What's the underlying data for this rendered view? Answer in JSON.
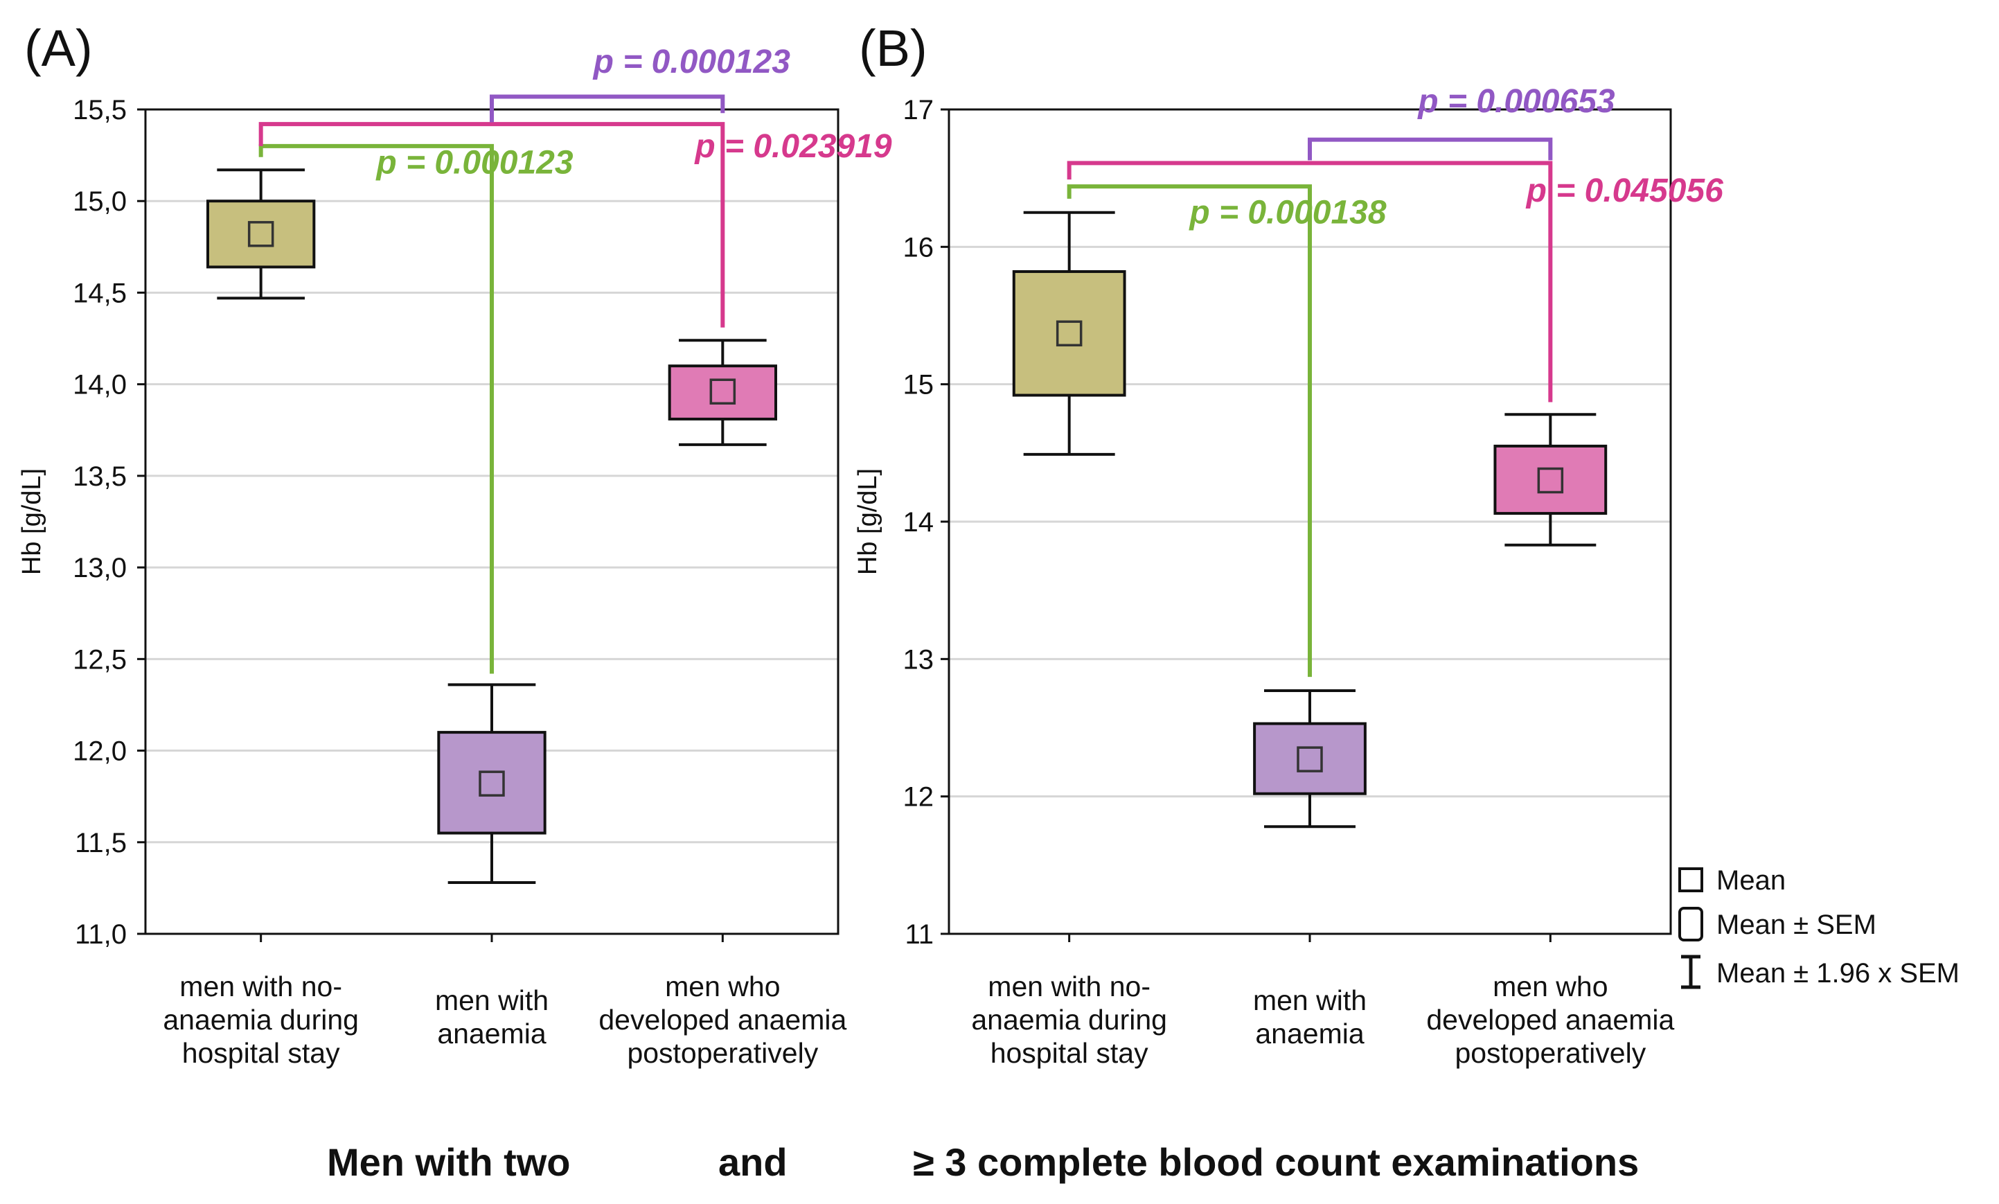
{
  "colors": {
    "no_anaemia": "#c7bf7e",
    "anaemia": "#b797cb",
    "postop": "#e07bb5",
    "green": "#79b43a",
    "magenta": "#d6398d",
    "purple": "#9158c4",
    "grid": "#d6d6d6",
    "black": "#111111"
  },
  "caption": {
    "part1": "Men with two",
    "part2": "and",
    "part3": "≥ 3 complete blood count examinations"
  },
  "legend": {
    "mean": "Mean",
    "sem": "Mean ± SEM",
    "ci": "Mean ± 1.96 x SEM"
  },
  "chart_data": [
    {
      "panel": "(A)",
      "type": "box",
      "ylabel": "Hb [g/dL]",
      "ylim": [
        11.0,
        15.5
      ],
      "yticks": [
        "11,0",
        "11,5",
        "12,0",
        "12,5",
        "13,0",
        "13,5",
        "14,0",
        "14,5",
        "15,0",
        "15,5"
      ],
      "ytick_values": [
        11.0,
        11.5,
        12.0,
        12.5,
        13.0,
        13.5,
        14.0,
        14.5,
        15.0,
        15.5
      ],
      "grid": true,
      "categories": [
        [
          "men with no-",
          "anaemia during",
          "hospital stay"
        ],
        [
          "men with",
          "anaemia"
        ],
        [
          "men who",
          "developed anaemia",
          "postoperatively"
        ]
      ],
      "boxes": [
        {
          "mean": 14.82,
          "sem_low": 14.64,
          "sem_high": 15.0,
          "ci_low": 14.47,
          "ci_high": 15.17,
          "color": "no_anaemia"
        },
        {
          "mean": 11.82,
          "sem_low": 11.55,
          "sem_high": 12.1,
          "ci_low": 11.28,
          "ci_high": 12.36,
          "color": "anaemia"
        },
        {
          "mean": 13.96,
          "sem_low": 13.81,
          "sem_high": 14.1,
          "ci_low": 13.67,
          "ci_high": 14.24,
          "color": "postop"
        }
      ],
      "comparisons": [
        {
          "from": 0,
          "to": 1,
          "label": "p = 0.000123",
          "color": "green",
          "bar_y": 15.3,
          "from_end_y": 15.24,
          "to_end_y": 12.42,
          "label_at": [
            1.0,
            15.15
          ]
        },
        {
          "from": 0,
          "to": 2,
          "label": "p = 0.023919",
          "color": "magenta",
          "bar_y": 15.42,
          "from_end_y": 15.3,
          "to_end_y": 14.31,
          "label_at": [
            2.38,
            15.24
          ]
        },
        {
          "from": 1,
          "to": 2,
          "label": "p = 0.000123",
          "color": "purple",
          "bar_y": 15.57,
          "from_end_y": 15.43,
          "to_end_y": 15.48,
          "label_at": [
            1.94,
            15.7
          ]
        }
      ]
    },
    {
      "panel": "(B)",
      "type": "box",
      "ylabel": "Hb [g/dL]",
      "ylim": [
        11,
        17
      ],
      "yticks": [
        "11",
        "12",
        "13",
        "14",
        "15",
        "16",
        "17"
      ],
      "ytick_values": [
        11,
        12,
        13,
        14,
        15,
        16,
        17
      ],
      "grid": true,
      "categories": [
        [
          "men with no-",
          "anaemia during",
          "hospital stay"
        ],
        [
          "men with",
          "anaemia"
        ],
        [
          "men who",
          "developed anaemia",
          "postoperatively"
        ]
      ],
      "boxes": [
        {
          "mean": 15.37,
          "sem_low": 14.92,
          "sem_high": 15.82,
          "ci_low": 14.49,
          "ci_high": 16.25,
          "color": "no_anaemia"
        },
        {
          "mean": 12.27,
          "sem_low": 12.02,
          "sem_high": 12.53,
          "ci_low": 11.78,
          "ci_high": 12.77,
          "color": "anaemia"
        },
        {
          "mean": 14.3,
          "sem_low": 14.06,
          "sem_high": 14.55,
          "ci_low": 13.83,
          "ci_high": 14.78,
          "color": "postop"
        }
      ],
      "comparisons": [
        {
          "from": 0,
          "to": 1,
          "label": "p = 0.000138",
          "color": "green",
          "bar_y": 16.44,
          "from_end_y": 16.35,
          "to_end_y": 12.87,
          "label_at": [
            1.0,
            16.17
          ]
        },
        {
          "from": 0,
          "to": 2,
          "label": "p = 0.045056",
          "color": "magenta",
          "bar_y": 16.61,
          "from_end_y": 16.49,
          "to_end_y": 14.87,
          "label_at": [
            2.4,
            16.33
          ]
        },
        {
          "from": 1,
          "to": 2,
          "label": "p = 0.000653",
          "color": "purple",
          "bar_y": 16.78,
          "from_end_y": 16.63,
          "to_end_y": 16.63,
          "label_at": [
            1.95,
            16.98
          ]
        }
      ]
    }
  ]
}
